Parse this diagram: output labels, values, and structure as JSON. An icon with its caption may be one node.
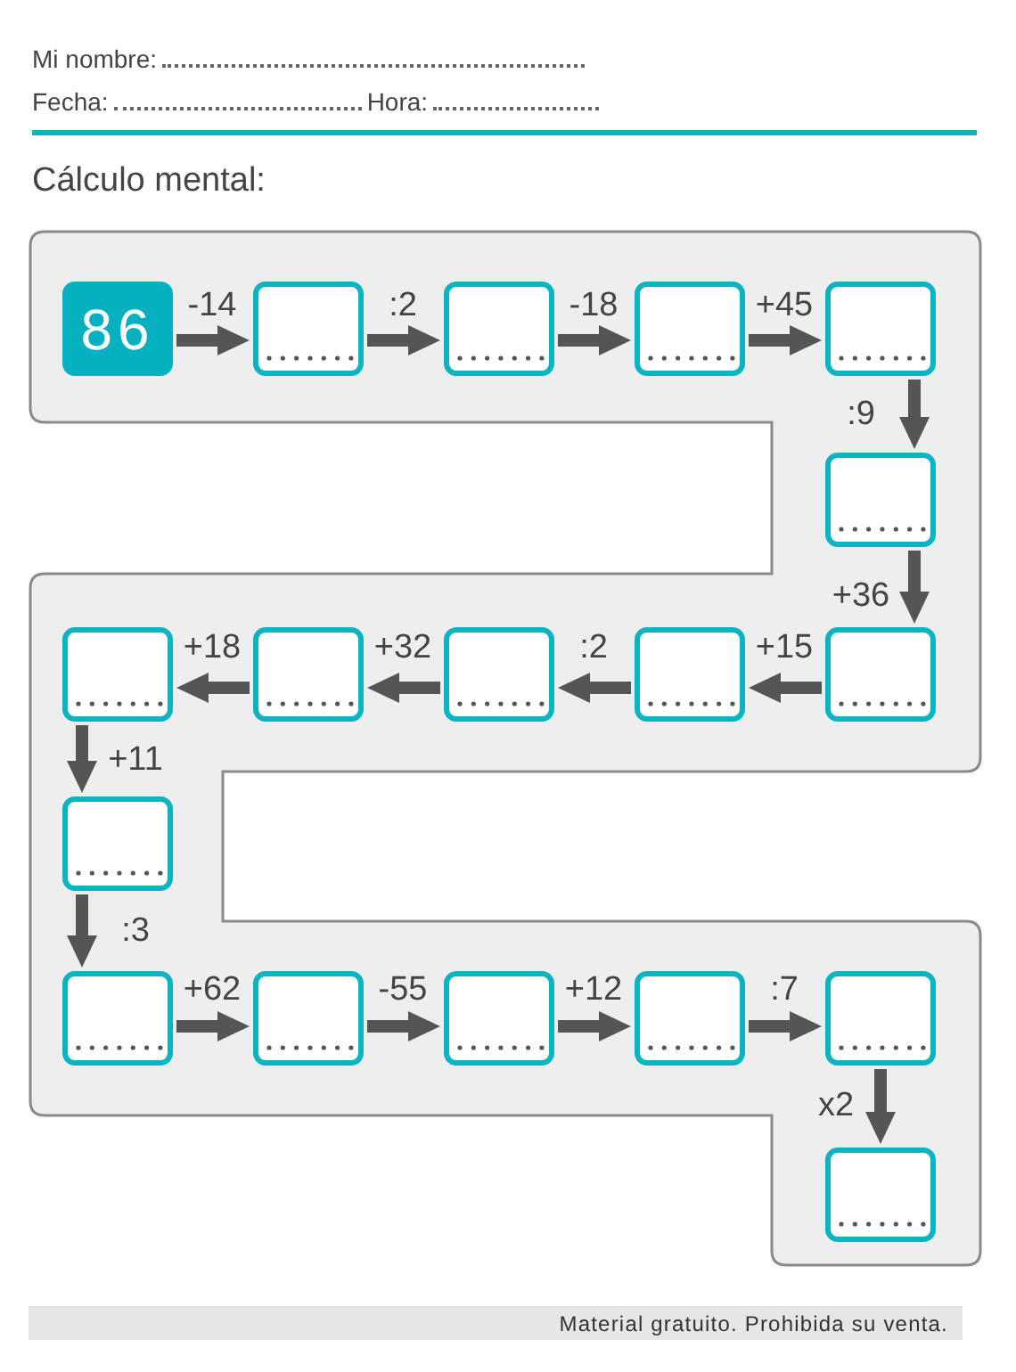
{
  "diagram": {
    "title": "Cálculo mental:",
    "nodes": [
      {
        "text": [
          "86"
        ]
      },
      {
        "text": [],
        "shape": "box"
      },
      {
        "text": [],
        "shape": "box"
      },
      {
        "text": [],
        "shape": "box"
      },
      {
        "text": [],
        "shape": "box"
      },
      {
        "text": [],
        "shape": "box"
      },
      {
        "text": [],
        "shape": "box"
      },
      {
        "text": [],
        "shape": "box"
      },
      {
        "text": [],
        "shape": "box"
      },
      {
        "text": [],
        "shape": "box"
      },
      {
        "text": [],
        "shape": "box"
      },
      {
        "text": [],
        "shape": "box"
      },
      {
        "text": [],
        "shape": "box"
      },
      {
        "text": [],
        "shape": "box"
      },
      {
        "text": [],
        "shape": "box"
      },
      {
        "text": [],
        "shape": "box"
      },
      {
        "text": [],
        "shape": "box"
      },
      {
        "text": [],
        "shape": "box"
      }
    ],
    "edges": [
      {
        "from": 0,
        "to": 1,
        "arrow": "to",
        "label": "-14"
      },
      {
        "from": 1,
        "to": 2,
        "arrow": "to",
        "label": ":2"
      },
      {
        "from": 2,
        "to": 3,
        "arrow": "to",
        "label": "-18"
      },
      {
        "from": 3,
        "to": 4,
        "arrow": "to",
        "label": "+45"
      },
      {
        "from": 4,
        "to": 5,
        "arrow": "to",
        "label": ":9"
      },
      {
        "from": 5,
        "to": 6,
        "arrow": "to",
        "label": "+36"
      },
      {
        "from": 6,
        "to": 7,
        "arrow": "to",
        "label": "+15"
      },
      {
        "from": 7,
        "to": 8,
        "arrow": "to",
        "label": ":2"
      },
      {
        "from": 8,
        "to": 9,
        "arrow": "to",
        "label": "+32"
      },
      {
        "from": 9,
        "to": 10,
        "arrow": "to",
        "label": "+18"
      },
      {
        "from": 10,
        "to": 11,
        "arrow": "to",
        "label": "+11"
      },
      {
        "from": 11,
        "to": 12,
        "arrow": "to",
        "label": ":3"
      },
      {
        "from": 12,
        "to": 13,
        "arrow": "to",
        "label": "+62"
      },
      {
        "from": 13,
        "to": 14,
        "arrow": "to",
        "label": "-55"
      },
      {
        "from": 14,
        "to": 15,
        "arrow": "to",
        "label": "+12"
      },
      {
        "from": 15,
        "to": 16,
        "arrow": "to",
        "label": ":7"
      },
      {
        "from": 16,
        "to": 17,
        "arrow": "to",
        "label": "x2"
      }
    ],
    "labels": [
      "Mi nombre:",
      "Fecha:",
      "Hora:",
      "Material gratuito. Prohibida su venta."
    ]
  }
}
